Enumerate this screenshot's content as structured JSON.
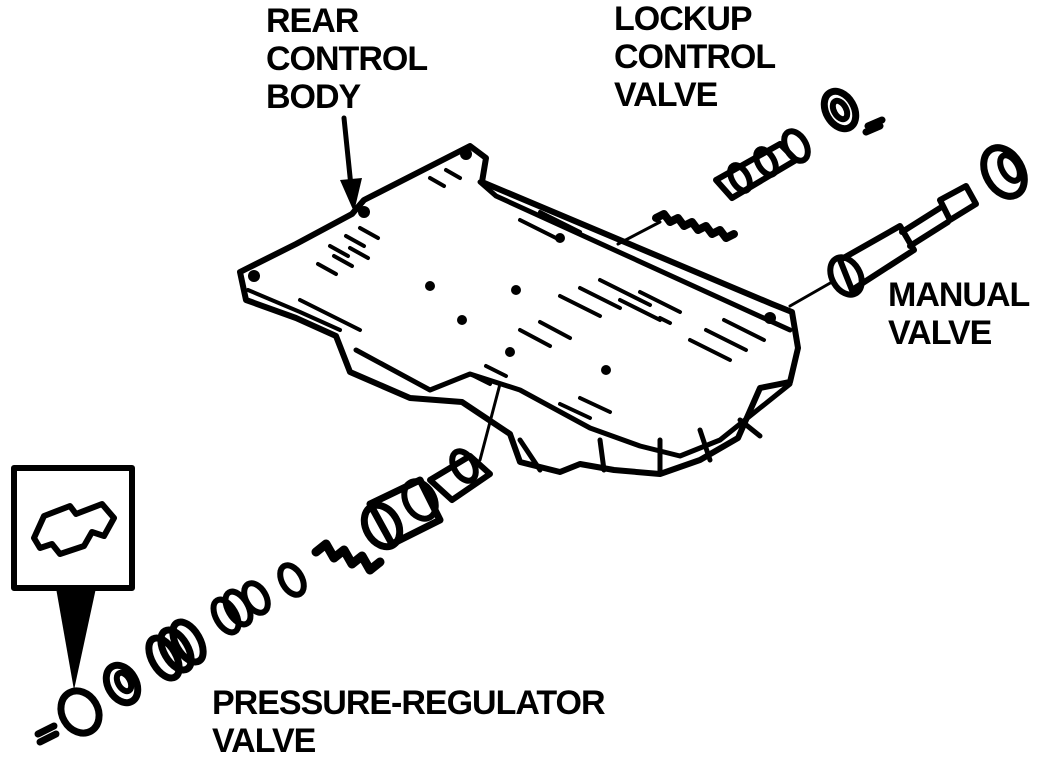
{
  "labels": {
    "rear_control_body": [
      "REAR",
      "CONTROL",
      "BODY"
    ],
    "lockup_control_valve": [
      "LOCKUP",
      "CONTROL",
      "VALVE"
    ],
    "manual_valve": [
      "MANUAL",
      "VALVE"
    ],
    "pressure_regulator_valve": [
      "PRESSURE-REGULATOR",
      "VALVE"
    ]
  },
  "colors": {
    "ink": "#000000",
    "paper": "#ffffff"
  }
}
